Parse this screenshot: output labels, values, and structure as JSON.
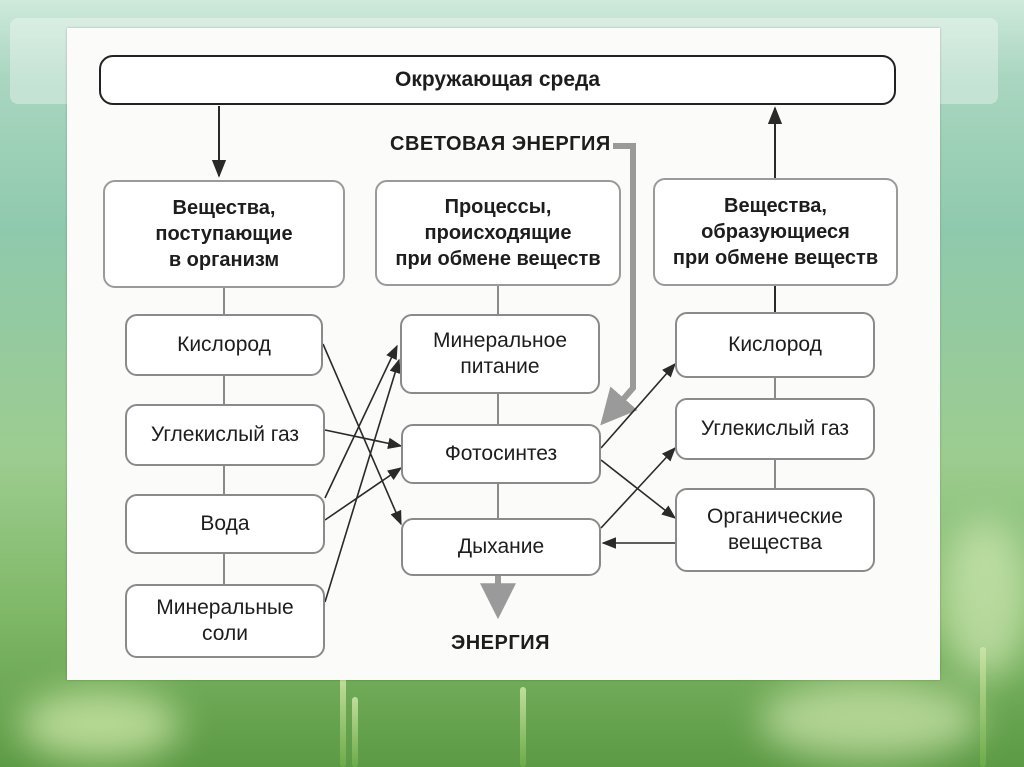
{
  "environment": "Окружающая среда",
  "light_energy": "СВЕТОВАЯ ЭНЕРГИЯ",
  "energy": "ЭНЕРГИЯ",
  "columns": {
    "input": {
      "header": [
        "Вещества,",
        "поступающие",
        "в организм"
      ],
      "items": {
        "oxygen": "Кислород",
        "co2": "Углекислый газ",
        "water": "Вода",
        "minerals": [
          "Минеральные",
          "соли"
        ]
      }
    },
    "processes": {
      "header": [
        "Процессы,",
        "происходящие",
        "при обмене веществ"
      ],
      "items": {
        "mineral_nutrition": [
          "Минеральное",
          "питание"
        ],
        "photosynthesis": "Фотосинтез",
        "respiration": "Дыхание"
      }
    },
    "output": {
      "header": [
        "Вещества,",
        "образующиеся",
        "при обмене веществ"
      ],
      "items": {
        "oxygen": "Кислород",
        "co2": "Углекислый газ",
        "organic": [
          "Органические",
          "вещества"
        ]
      }
    }
  }
}
